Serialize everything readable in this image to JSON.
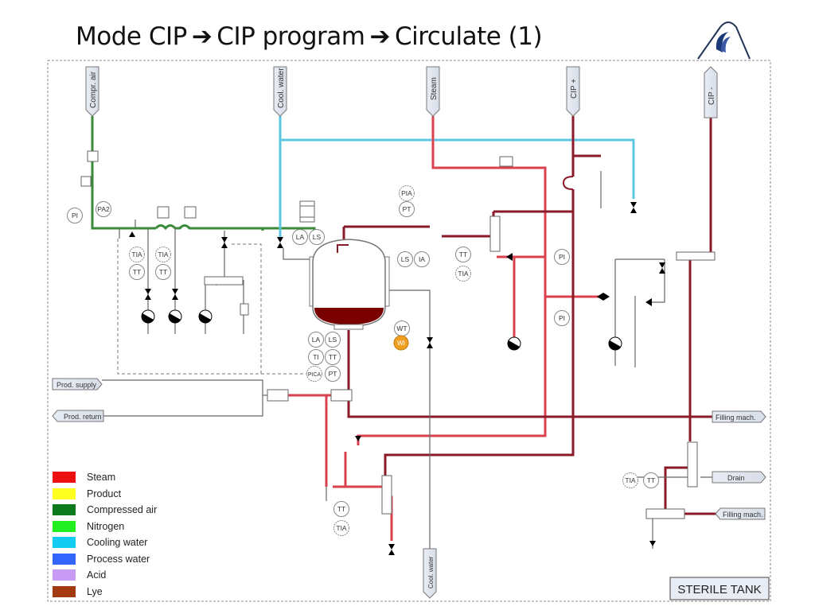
{
  "title": {
    "parts": [
      "Mode CIP",
      "CIP program",
      "Circulate (1)"
    ],
    "separator_icon": "right-arrow-icon"
  },
  "diagram": {
    "name": "STERILE TANK",
    "connections": {
      "compr_air": "Compr. air",
      "cool_water_top": "Cool. water",
      "steam": "Steam",
      "cip_plus": "CIP +",
      "cip_minus": "CIP -",
      "prod_supply": "Prod. supply",
      "prod_return": "Prod. return",
      "filling_mach_1": "Filling mach.",
      "drain": "Drain",
      "filling_mach_2": "Filling mach.",
      "cool_water_bottom": "Cool. water"
    },
    "instruments": {
      "pi_left": "PI",
      "pa2": "PA2",
      "tia_1": "TIA",
      "tt_1": "TT",
      "tia_2": "TIA",
      "tt_2": "TT",
      "la_top": "LA",
      "ls_top": "LS",
      "pia_top": "PIA",
      "pt_top": "PT",
      "ls_right": "LS",
      "ia_right": "IA",
      "tt_mid": "TT",
      "tia_mid": "TIA",
      "pi_mid1": "PI",
      "pi_mid2": "PI",
      "wt": "WT",
      "wi": "WI",
      "la_bottom": "LA",
      "ls_bottom": "LS",
      "ti_bottom": "TI",
      "tt_bottom": "TT",
      "pica": "PICA",
      "pt_bottom": "PT",
      "tia_right": "TIA",
      "tt_right": "TT",
      "tt_low": "TT",
      "tia_low": "TIA"
    }
  },
  "legend": {
    "items": [
      {
        "label": "Steam",
        "color": "#ee1111"
      },
      {
        "label": "Product",
        "color": "#ffff22"
      },
      {
        "label": "Compressed air",
        "color": "#0e7a1e"
      },
      {
        "label": "Nitrogen",
        "color": "#22ee22"
      },
      {
        "label": "Cooling water",
        "color": "#11ccf0"
      },
      {
        "label": "Process water",
        "color": "#3366ff"
      },
      {
        "label": "Acid",
        "color": "#c89cf5"
      },
      {
        "label": "Lye",
        "color": "#a33a12"
      }
    ]
  },
  "colors": {
    "steam_line": "#d9414f",
    "lye_line": "#8b1a28",
    "compr_air_line": "#3a8a3a",
    "cool_water_line": "#5bc8e0",
    "tank_fill": "#7a0000",
    "wi_badge": "#f0a020"
  }
}
